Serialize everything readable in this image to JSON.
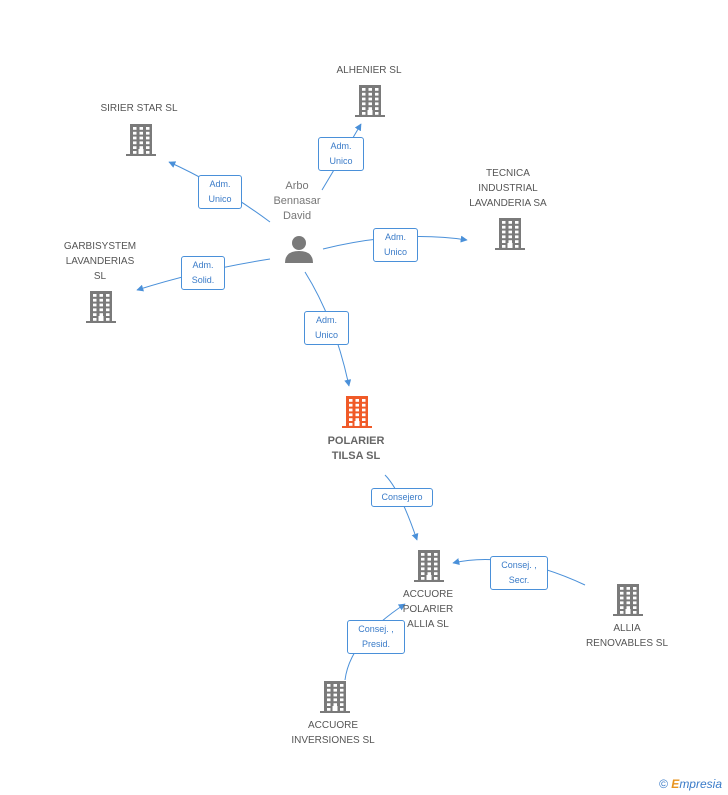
{
  "colors": {
    "edge": "#4a90d9",
    "building_gray": "#7a7a7a",
    "building_focus": "#f05a28",
    "person": "#7a7a7a"
  },
  "nodes": [
    {
      "id": "arbo",
      "label": "Arbo\nBennasar\nDavid",
      "icon": "person-icon"
    },
    {
      "id": "alhenier",
      "label": "ALHENIER SL",
      "icon": "building-icon"
    },
    {
      "id": "sirier",
      "label": "SIRIER STAR SL",
      "icon": "building-icon"
    },
    {
      "id": "tecnica",
      "label": "TECNICA\nINDUSTRIAL\nLAVANDERIA SA",
      "icon": "building-icon"
    },
    {
      "id": "garbisystem",
      "label": "GARBISYSTEM\nLAVANDERIAS\nSL",
      "icon": "building-icon"
    },
    {
      "id": "polarier",
      "label": "POLARIER\nTILSA SL",
      "icon": "building-icon"
    },
    {
      "id": "accuore_polarier",
      "label": "ACCUORE\nPOLARIER\nALLIA SL",
      "icon": "building-icon"
    },
    {
      "id": "allia",
      "label": "ALLIA\nRENOVABLES SL",
      "icon": "building-icon"
    },
    {
      "id": "accuore_inv",
      "label": "ACCUORE\nINVERSIONES SL",
      "icon": "building-icon"
    }
  ],
  "edges": [
    {
      "from": "arbo",
      "to": "alhenier",
      "label": "Adm.\nUnico"
    },
    {
      "from": "arbo",
      "to": "sirier",
      "label": "Adm.\nUnico"
    },
    {
      "from": "arbo",
      "to": "tecnica",
      "label": "Adm.\nUnico"
    },
    {
      "from": "arbo",
      "to": "garbisystem",
      "label": "Adm.\nSolid."
    },
    {
      "from": "arbo",
      "to": "polarier",
      "label": "Adm.\nUnico"
    },
    {
      "from": "polarier",
      "to": "accuore_polarier",
      "label": "Consejero"
    },
    {
      "from": "allia",
      "to": "accuore_polarier",
      "label": "Consej. ,\nSecr."
    },
    {
      "from": "accuore_inv",
      "to": "accuore_polarier",
      "label": "Consej. ,\nPresid."
    }
  ],
  "brand": {
    "copyright": "©",
    "e": "E",
    "rest": "mpresia"
  }
}
